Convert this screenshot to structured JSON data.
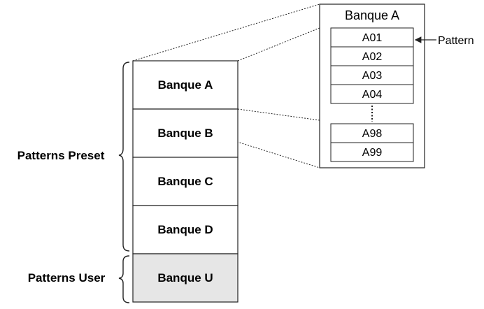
{
  "groups": {
    "preset_label": "Patterns Preset",
    "user_label": "Patterns User"
  },
  "banks": [
    {
      "label": "Banque A"
    },
    {
      "label": "Banque B"
    },
    {
      "label": "Banque C"
    },
    {
      "label": "Banque D"
    },
    {
      "label": "Banque U"
    }
  ],
  "detail": {
    "title": "Banque A",
    "patterns_top": [
      "A01",
      "A02",
      "A03",
      "A04"
    ],
    "patterns_bottom": [
      "A98",
      "A99"
    ],
    "callout": "Pattern"
  },
  "colors": {
    "stroke": "#222222",
    "user_bank_fill": "#e6e6e6",
    "background": "#ffffff"
  }
}
